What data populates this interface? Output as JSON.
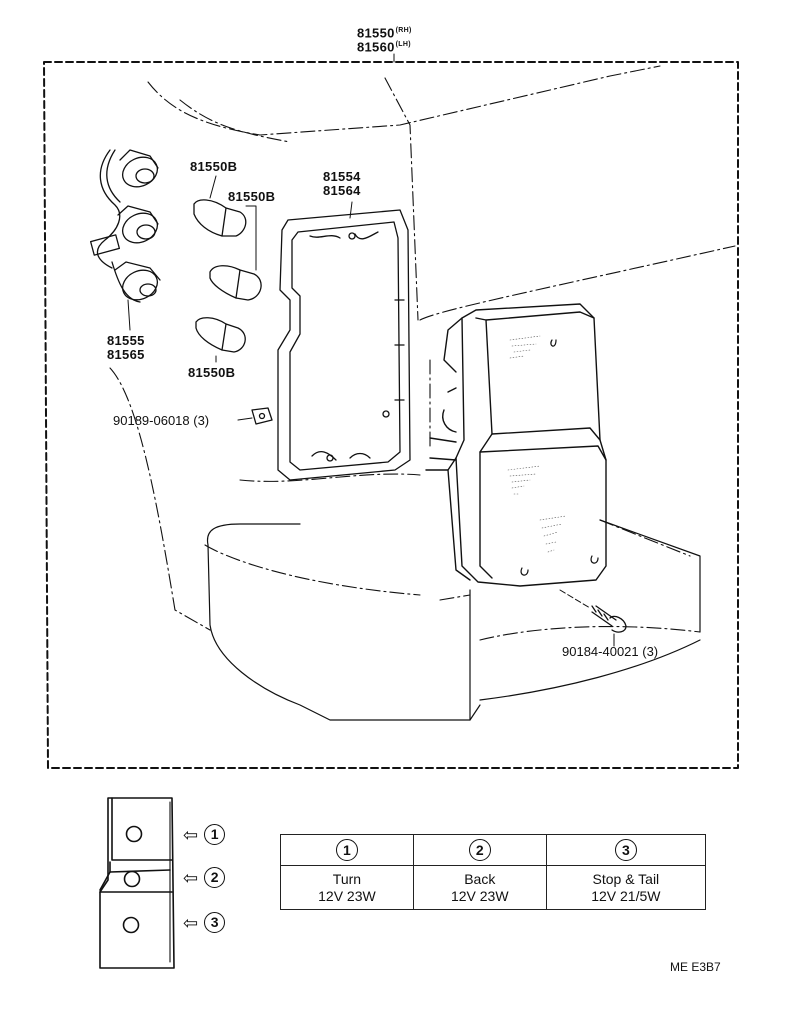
{
  "parts": {
    "lamp_assy": {
      "rh_no": "81550",
      "rh_tag": "(RH)",
      "lh_no": "81560",
      "lh_tag": "(LH)"
    },
    "bulb_top": "81550B",
    "bulb_mid": "81550B",
    "bulb_bot": "81550B",
    "gasket_rh": "81554",
    "gasket_lh": "81564",
    "socket_rh": "81555",
    "socket_lh": "81565",
    "nut": "90189-06018 (3)",
    "screw": "90184-40021 (3)"
  },
  "legend": {
    "columns": [
      {
        "marker": "1",
        "line1": "Turn",
        "line2": "12V 23W"
      },
      {
        "marker": "2",
        "line1": "Back",
        "line2": "12V 23W"
      },
      {
        "marker": "3",
        "line1": "Stop & Tail",
        "line2": "12V 21/5W"
      }
    ],
    "key_markers": [
      "1",
      "2",
      "3"
    ],
    "key_arrow": "⇦"
  },
  "drawing_code": "ME E3B7"
}
